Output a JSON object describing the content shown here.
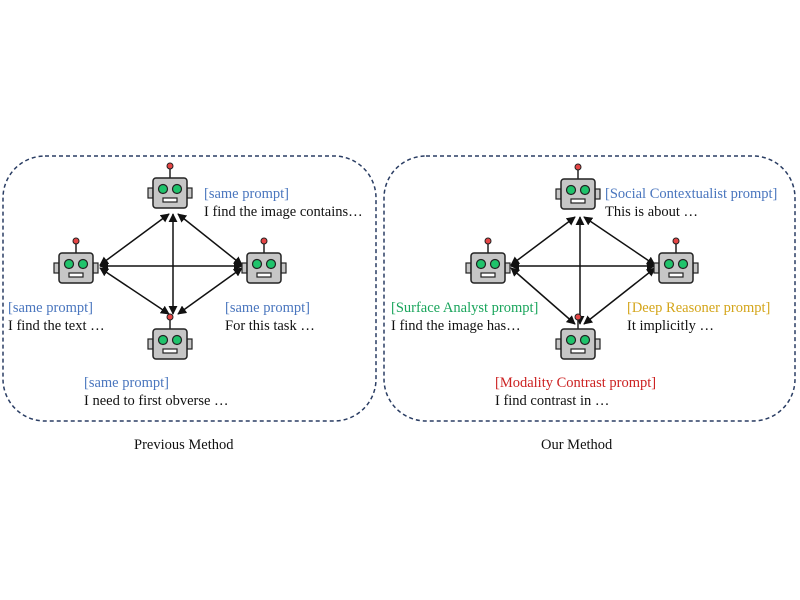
{
  "panels": [
    {
      "caption": "Previous Method",
      "agents": {
        "top": {
          "prompt": "[same prompt]",
          "text": "I find the image contains…"
        },
        "left": {
          "prompt": "[same prompt]",
          "text": "I find the text …"
        },
        "right": {
          "prompt": "[same prompt]",
          "text": "For this task …"
        },
        "bottom": {
          "prompt": "[same prompt]",
          "text": "I need to first obverse …"
        }
      }
    },
    {
      "caption": "Our Method",
      "agents": {
        "top": {
          "prompt": "[Social Contextualist prompt]",
          "text": "This is about  …"
        },
        "left": {
          "prompt": "[Surface Analyst prompt]",
          "text": "I find the image has…"
        },
        "right": {
          "prompt": "[Deep Reasoner prompt]",
          "text": "It implicitly …"
        },
        "bottom": {
          "prompt": "[Modality Contrast prompt]",
          "text": "I find contrast in  …"
        }
      }
    }
  ],
  "colors": {
    "border": "#2a3d63",
    "robot_body": "#c6c6c6",
    "robot_eye": "#1fc36b",
    "antenna_tip": "#e64545",
    "same_prompt": "#4a76be",
    "social": "#4a76be",
    "surface": "#1aa55c",
    "deep": "#d4a51a",
    "contrast": "#cc2222"
  },
  "icons": [
    "robot-icon"
  ]
}
